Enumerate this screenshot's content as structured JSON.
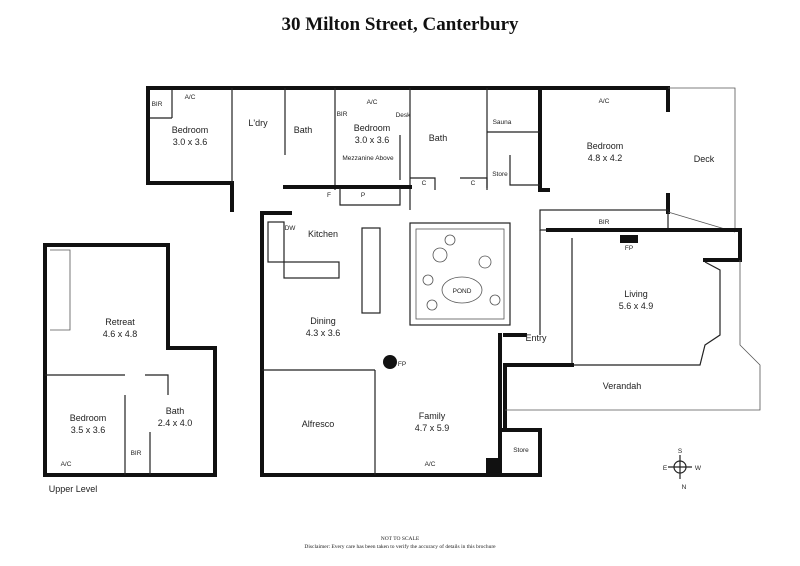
{
  "title": "30 Milton Street, Canterbury",
  "rooms": {
    "bir1": "BIR",
    "ac1": "A/C",
    "bed1": "Bedroom",
    "bed1_dim": "3.0 x 3.6",
    "ldry": "L'dry",
    "bath1": "Bath",
    "bir2": "BIR",
    "ac2": "A/C",
    "bed2": "Bedroom",
    "bed2_dim": "3.0 x 3.6",
    "mezz": "Mezzanine Above",
    "desk": "Desk",
    "bath2": "Bath",
    "sauna": "Sauna",
    "store1": "Store",
    "c1": "C",
    "c2": "C",
    "f": "F",
    "p": "P",
    "ac3": "A/C",
    "bed3": "Bedroom",
    "bed3_dim": "4.8 x 4.2",
    "deck": "Deck",
    "bir3": "BIR",
    "fp1": "FP",
    "dw": "DW",
    "kitchen": "Kitchen",
    "pond": "POND",
    "living": "Living",
    "living_dim": "5.6 x 4.9",
    "dining": "Dining",
    "dining_dim": "4.3 x 3.6",
    "fp2": "FP",
    "entry": "Entry",
    "verandah": "Verandah",
    "alfresco": "Alfresco",
    "family": "Family",
    "family_dim": "4.7 x 5.9",
    "ac4": "A/C",
    "store2": "Store",
    "retreat": "Retreat",
    "retreat_dim": "4.6 x 4.8",
    "bed4": "Bedroom",
    "bed4_dim": "3.5 x 3.6",
    "bath3": "Bath",
    "bath3_dim": "2.4 x 4.0",
    "bir4": "BIR",
    "ac5": "A/C",
    "upper_level": "Upper Level"
  },
  "compass": {
    "n": "N",
    "s": "S",
    "e": "E",
    "w": "W"
  },
  "footer": {
    "scale": "NOT TO SCALE",
    "disclaimer": "Disclaimer: Every care has been taken to verify the accuracy of details in this brochure"
  }
}
